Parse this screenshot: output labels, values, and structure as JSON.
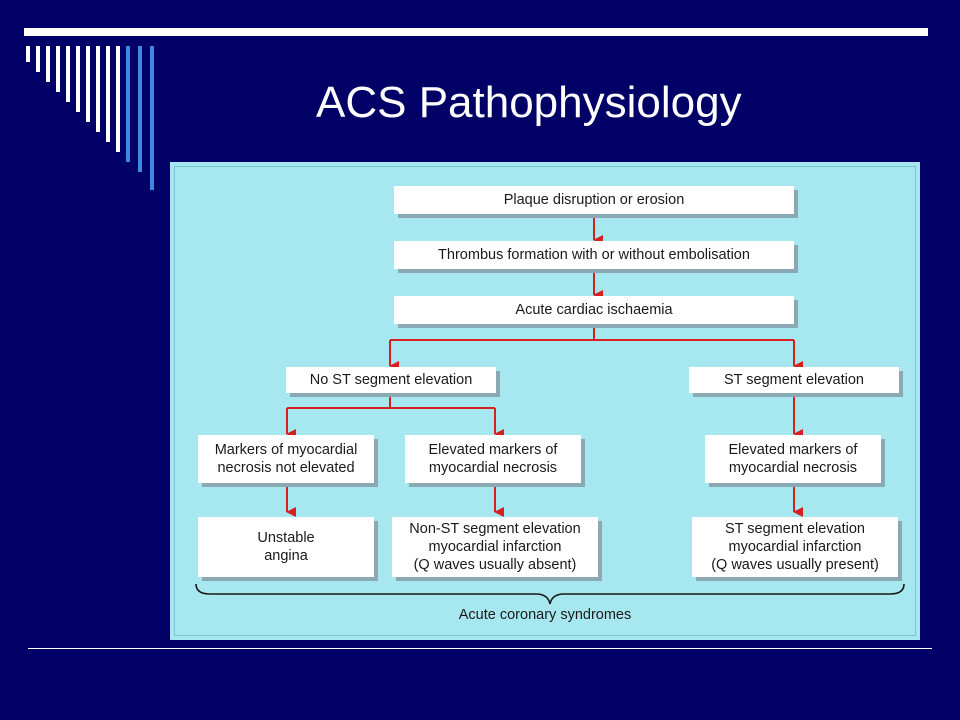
{
  "slide": {
    "title": "ACS Pathophysiology"
  },
  "colors": {
    "background": "#000066",
    "panel": "#a7e8f0",
    "arrow": "#d62020",
    "stripe_white": "#ffffff",
    "stripe_blue": "#3f8ae0"
  },
  "diagram": {
    "nodes": {
      "plaque": "Plaque disruption or erosion",
      "thrombus": "Thrombus formation with or without embolisation",
      "ischaemia": "Acute cardiac ischaemia",
      "no_st": "No ST segment elevation",
      "st": "ST segment elevation",
      "markers_not_elevated": "Markers of myocardial\nnecrosis not elevated",
      "elevated_markers_left": "Elevated markers of\nmyocardial necrosis",
      "elevated_markers_right": "Elevated markers of\nmyocardial necrosis",
      "unstable_angina": "Unstable\nangina",
      "nstemi": "Non-ST segment elevation\nmyocardial infarction\n(Q waves usually absent)",
      "stemi": "ST segment elevation\nmyocardial infarction\n(Q waves usually present)"
    },
    "bracket_label": "Acute coronary syndromes"
  }
}
